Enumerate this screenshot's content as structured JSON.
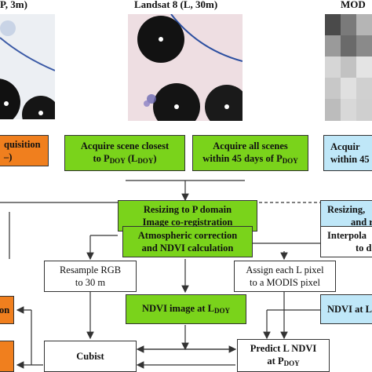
{
  "titles": {
    "left": "P, 3m)",
    "center": "Landsat 8 (L, 30m)",
    "right": "MOD"
  },
  "boxes": {
    "left_acquisition": {
      "line1": "quisition",
      "line2": "–)"
    },
    "acquire_closest": {
      "line1": "Acquire scene closest",
      "line2_pre": "to P",
      "line2_sub": "DOY",
      "line2_mid": " (L",
      "line2_sub2": "DOY",
      "line2_post": ")"
    },
    "acquire_all": {
      "line1": "Acquire all scenes",
      "line2_pre": "within 45 days of P",
      "line2_sub": "DOY"
    },
    "right_acquire": {
      "line1": "Acquir",
      "line2": "within 45"
    },
    "resizing": {
      "line1": "Resizing to P domain",
      "line2": "Image co-registration"
    },
    "right_resizing": {
      "line1": "Resizing,",
      "line2": "and r"
    },
    "atmospheric": {
      "line1": "Atmospheric correction",
      "line2": "and NDVI calculation"
    },
    "right_interp": {
      "line1": "Interpola",
      "line2": "to d"
    },
    "resample": {
      "line1": "Resample RGB",
      "line2": "to 30 m"
    },
    "assign": {
      "line1": "Assign each L pixel",
      "line2": "to a MODIS pixel"
    },
    "left_orange2": {
      "line1": "on"
    },
    "ndvi_image": {
      "pre": "NDVI image at L",
      "sub": "DOY"
    },
    "right_ndvi": {
      "line1": "NDVI at L"
    },
    "cubist": {
      "line1": "Cubist"
    },
    "predict": {
      "line1": "Predict L NDVI",
      "line2_pre": "at P",
      "line2_sub": "DOY"
    }
  },
  "colors": {
    "green": "#7ad31b",
    "orange": "#f07f1e",
    "light_blue": "#bfe7f8"
  }
}
